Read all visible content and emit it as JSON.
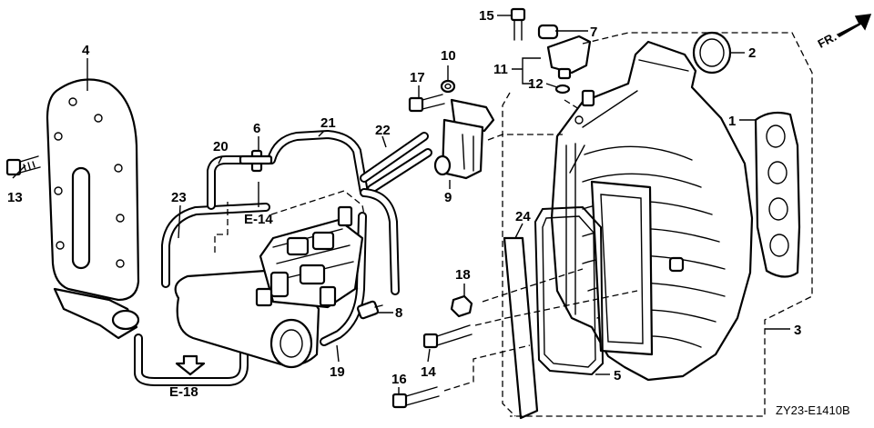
{
  "diagram": {
    "callouts": {
      "c1": "1",
      "c2": "2",
      "c3": "3",
      "c4": "4",
      "c5": "5",
      "c6": "6",
      "c7": "7",
      "c8": "8",
      "c9": "9",
      "c10": "10",
      "c11": "11",
      "c12": "12",
      "c13": "13",
      "c14": "14",
      "c15": "15",
      "c16": "16",
      "c17": "17",
      "c18": "18",
      "c19": "19",
      "c20": "20",
      "c21": "21",
      "c22": "22",
      "c23": "23",
      "c24": "24"
    },
    "references": {
      "e14": "E-14",
      "e18": "E-18"
    },
    "direction_label": "FR.",
    "diagram_code": "ZY23-E1410B"
  }
}
